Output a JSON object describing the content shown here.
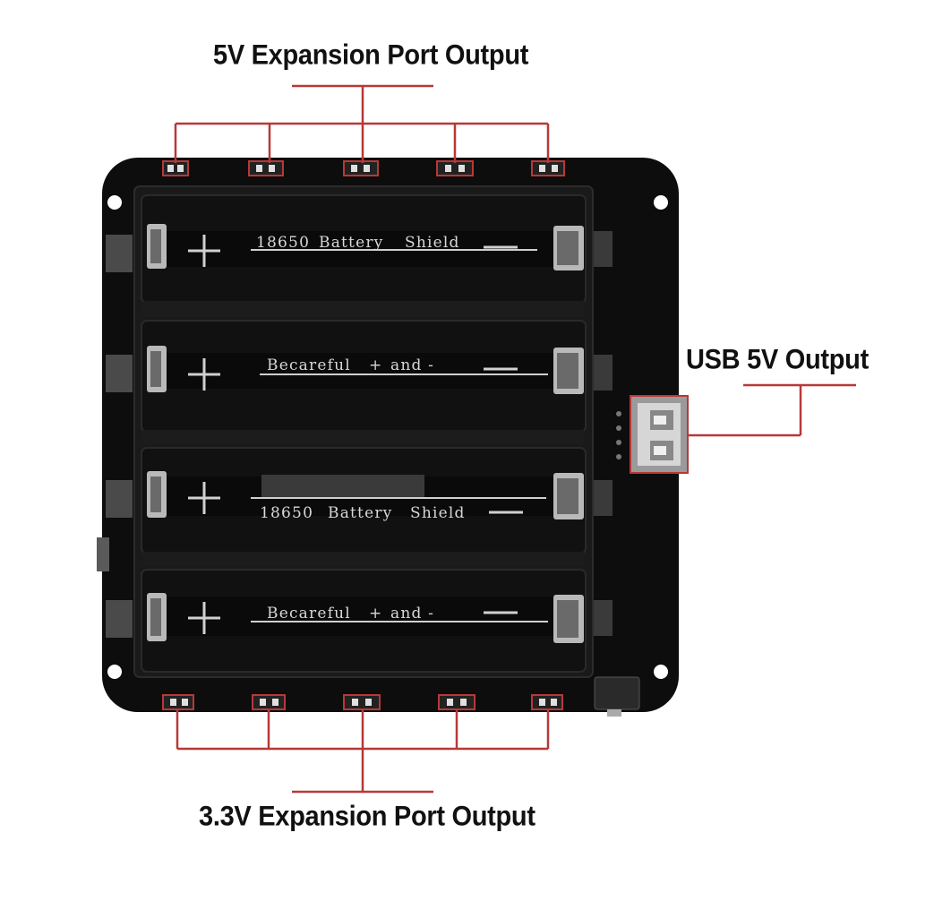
{
  "labels": {
    "top": "5V Expansion Port Output",
    "usb": "USB 5V Output",
    "bottom": "3.3V Expansion Port Output"
  },
  "silkscreen": [
    {
      "left": "18650",
      "mid": "Battery",
      "right": "Shield"
    },
    {
      "left": "Becareful",
      "mid": "+",
      "right": "and -"
    },
    {
      "left": "18650",
      "mid": "Battery",
      "right": "Shield"
    },
    {
      "left": "Becareful",
      "mid": "+",
      "right": "and -"
    }
  ],
  "colors": {
    "callout_line": "#b83838",
    "board": "#0d0d0d",
    "holder": "#1a1a1a"
  }
}
